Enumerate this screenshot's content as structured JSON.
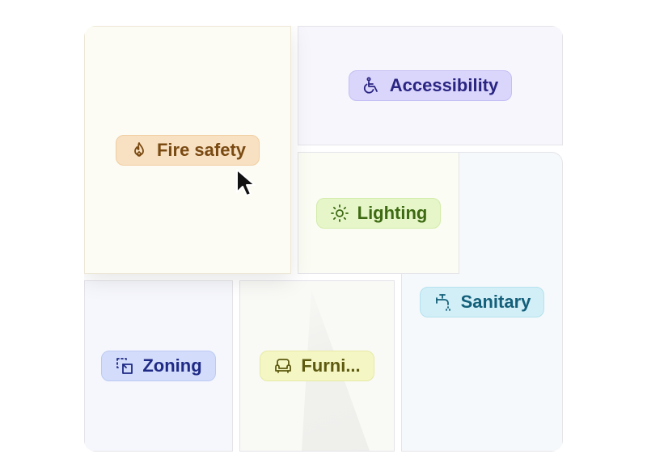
{
  "tiles": {
    "fire_safety": {
      "label": "Fire safety",
      "icon": "flame-icon",
      "color": "#f8e1c3"
    },
    "accessibility": {
      "label": "Accessibility",
      "icon": "wheelchair-icon",
      "color": "#d9d5fb"
    },
    "lighting": {
      "label": "Lighting",
      "icon": "sun-icon",
      "color": "#e6f6c9"
    },
    "zoning": {
      "label": "Zoning",
      "icon": "zoning-icon",
      "color": "#d3dcfa"
    },
    "furniture": {
      "label": "Furni...",
      "icon": "sofa-icon",
      "color": "#f4f6c4"
    },
    "sanitary": {
      "label": "Sanitary",
      "icon": "faucet-icon",
      "color": "#d2eff7"
    }
  },
  "cursor": {
    "icon": "mouse-pointer-icon"
  }
}
